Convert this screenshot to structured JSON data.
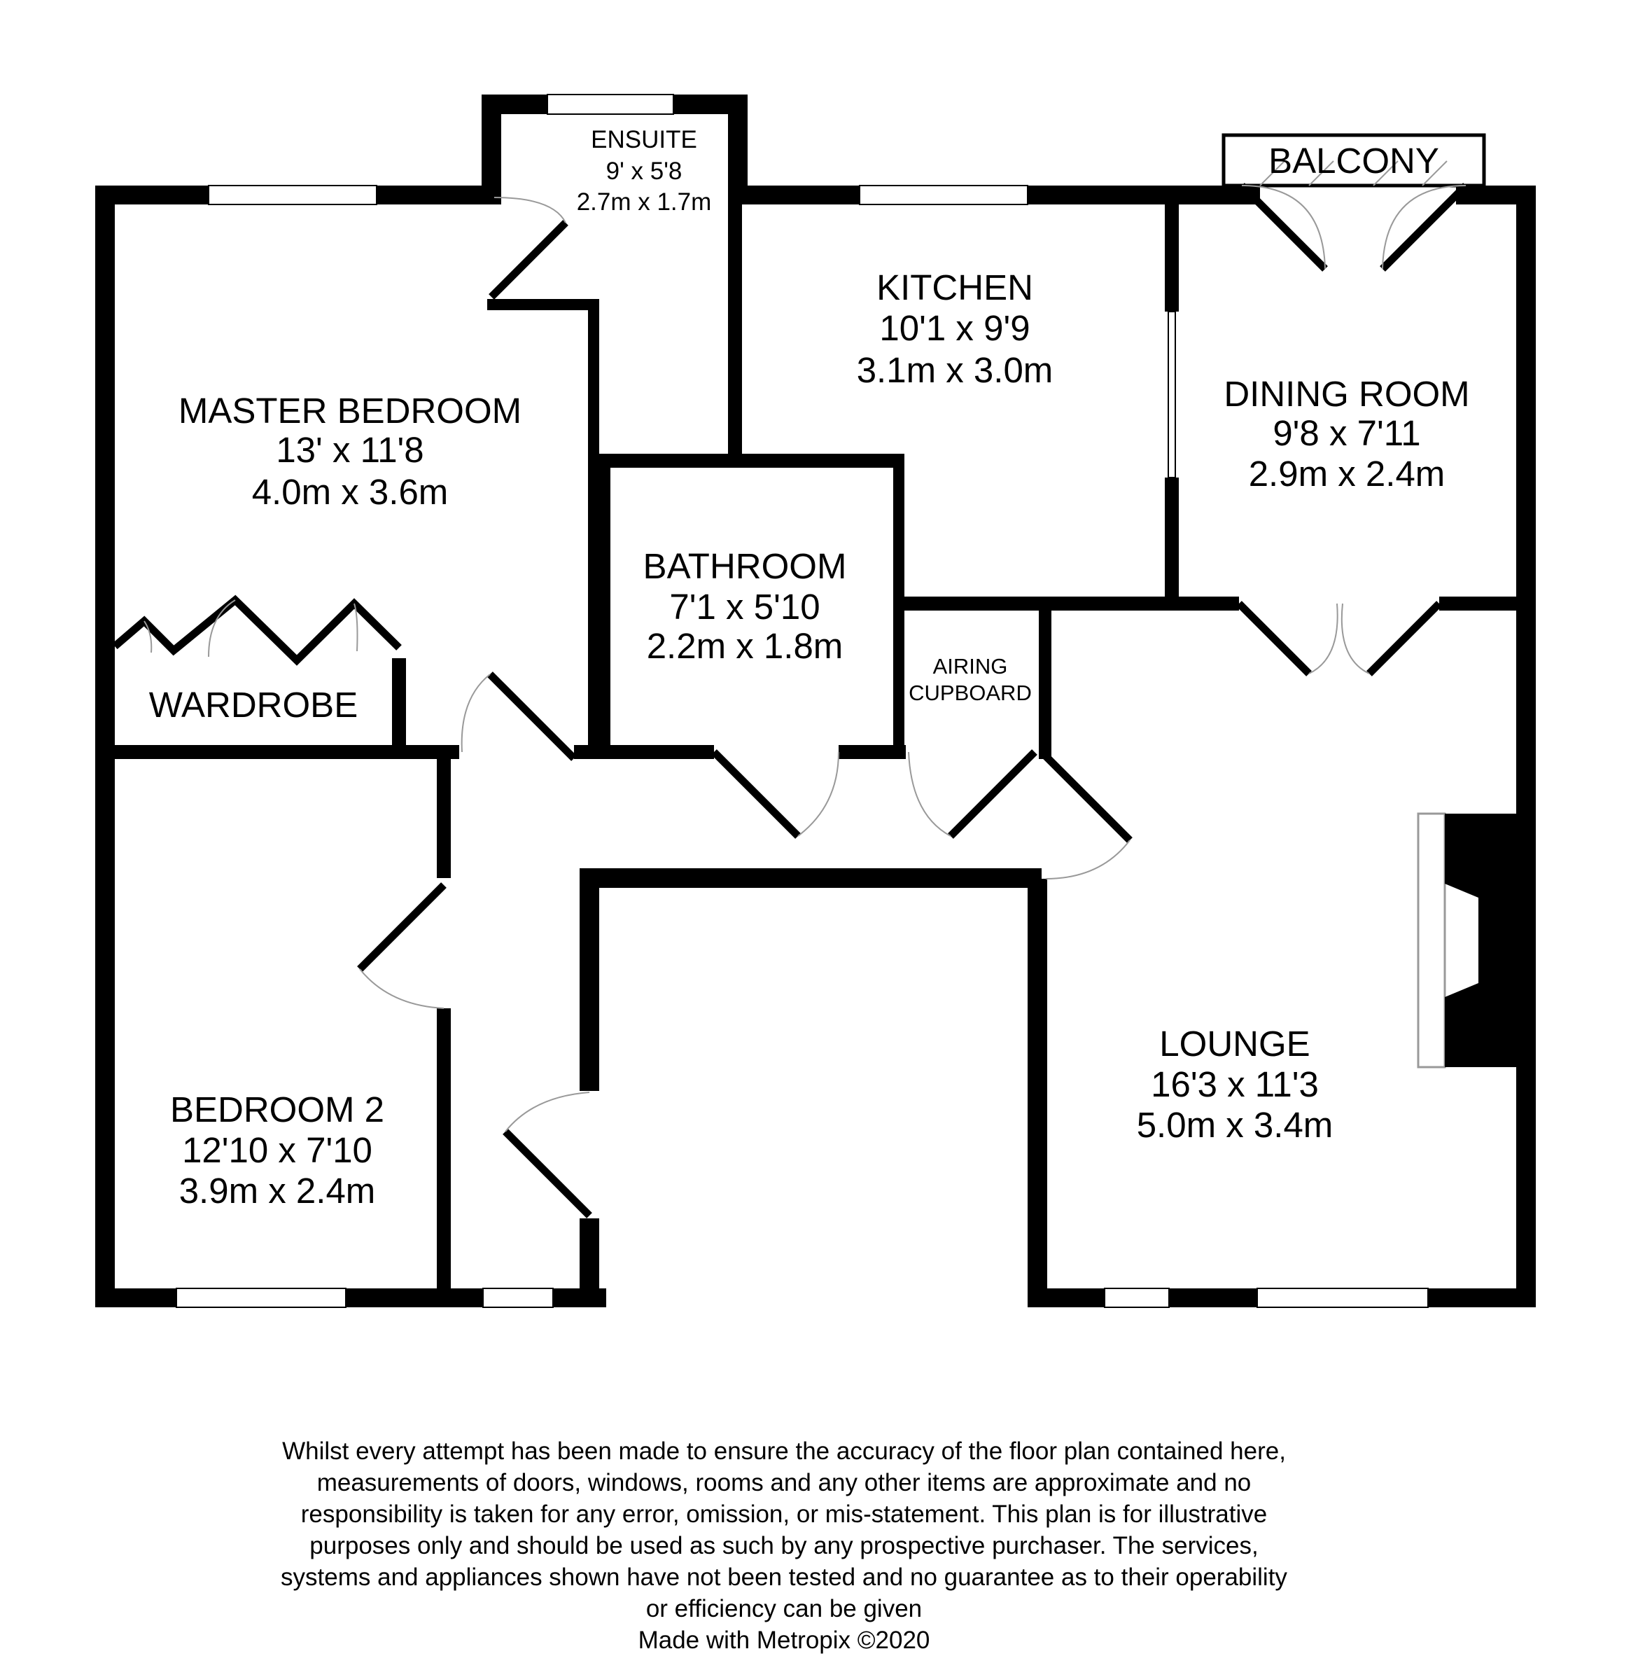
{
  "rooms": {
    "ensuite": {
      "name": "ENSUITE",
      "imperial": "9' x 5'8",
      "metric": "2.7m x 1.7m"
    },
    "master": {
      "name": "MASTER BEDROOM",
      "imperial": "13' x 11'8",
      "metric": "4.0m x 3.6m"
    },
    "kitchen": {
      "name": "KITCHEN",
      "imperial": "10'1 x 9'9",
      "metric": "3.1m x 3.0m"
    },
    "dining": {
      "name": "DINING ROOM",
      "imperial": "9'8 x 7'11",
      "metric": "2.9m x 2.4m"
    },
    "balcony": {
      "name": "BALCONY"
    },
    "bathroom": {
      "name": "BATHROOM",
      "imperial": "7'1 x 5'10",
      "metric": "2.2m x 1.8m"
    },
    "airing": {
      "line1": "AIRING",
      "line2": "CUPBOARD"
    },
    "wardrobe": {
      "name": "WARDROBE"
    },
    "lounge": {
      "name": "LOUNGE",
      "imperial": "16'3 x 11'3",
      "metric": "5.0m x 3.4m"
    },
    "bedroom2": {
      "name": "BEDROOM 2",
      "imperial": "12'10 x 7'10",
      "metric": "3.9m x 2.4m"
    }
  },
  "disclaimer": {
    "text": "Whilst every attempt has been made to ensure the accuracy of the floor plan contained here, measurements of doors, windows, rooms and any other items are approximate and no responsibility is taken for any error, omission, or mis-statement. This plan is for illustrative purposes only and should be used as such by any prospective purchaser. The services, systems and appliances shown have not been tested and no guarantee as to their operability or efficiency can be given",
    "credit": "Made with Metropix ©2020"
  },
  "colors": {
    "wall": "#000000",
    "background": "#ffffff",
    "door_arc": "#999999"
  }
}
